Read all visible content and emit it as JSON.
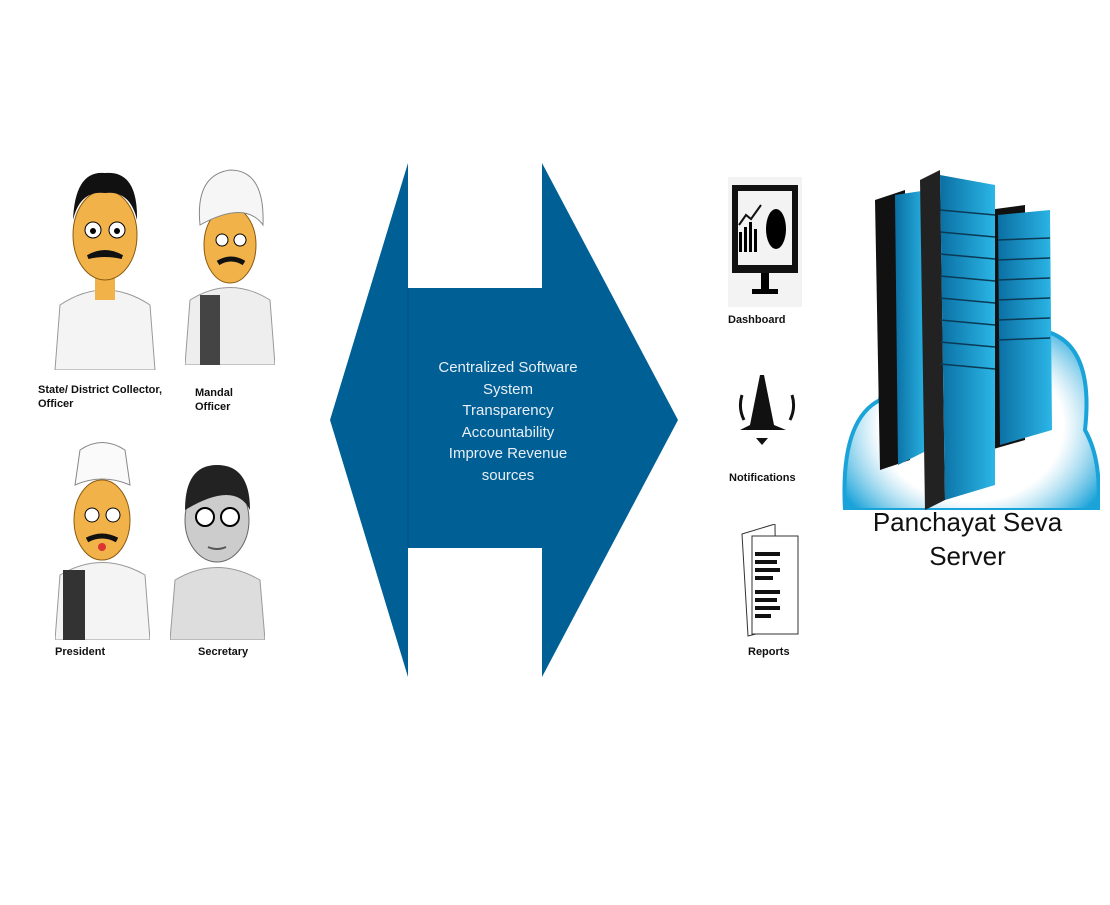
{
  "people": [
    {
      "label": "State/ District Collector, Officer"
    },
    {
      "label": "Mandal Officer"
    },
    {
      "label": "President"
    },
    {
      "label": "Secretary"
    }
  ],
  "center": {
    "lines": [
      "Centralized Software",
      "System",
      "Transparency",
      "Accountability",
      "Improve Revenue",
      "sources"
    ]
  },
  "features": [
    {
      "label": "Dashboard",
      "icon": "dashboard-monitor-icon"
    },
    {
      "label": "Notifications",
      "icon": "bell-icon"
    },
    {
      "label": "Reports",
      "icon": "reports-icon"
    }
  ],
  "server": {
    "title_line1": "Panchayat Seva",
    "title_line2": "Server"
  },
  "colors": {
    "arrow": "#006096",
    "server_blue": "#1aa3d9"
  }
}
